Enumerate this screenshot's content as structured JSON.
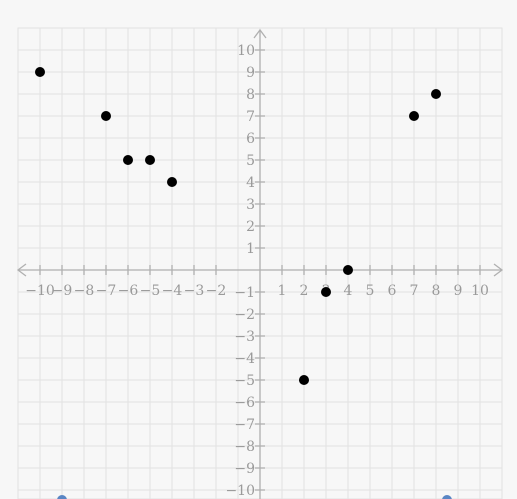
{
  "chart_data": {
    "type": "scatter",
    "title": "",
    "xlabel": "",
    "ylabel": "",
    "xlim": [
      -11,
      11
    ],
    "ylim": [
      -10,
      11
    ],
    "grid": true,
    "x_ticks": [
      -10,
      -9,
      -8,
      -7,
      -6,
      -5,
      -4,
      -3,
      -2,
      1,
      2,
      3,
      4,
      5,
      6,
      7,
      8,
      9,
      10
    ],
    "y_ticks": [
      10,
      9,
      8,
      7,
      6,
      5,
      4,
      3,
      2,
      1,
      -1,
      -2,
      -3,
      -4,
      -5,
      -6,
      -7,
      -8,
      -9,
      -10
    ],
    "points": [
      {
        "x": -10,
        "y": 9
      },
      {
        "x": -7,
        "y": 7
      },
      {
        "x": -6,
        "y": 5
      },
      {
        "x": -5,
        "y": 5
      },
      {
        "x": -4,
        "y": 4
      },
      {
        "x": 2,
        "y": -5
      },
      {
        "x": 3,
        "y": -1
      },
      {
        "x": 4,
        "y": 0
      },
      {
        "x": 7,
        "y": 7
      },
      {
        "x": 8,
        "y": 8
      }
    ],
    "colors": {
      "point": "#000000",
      "grid": "#e2e2e2",
      "axis": "#b0b0b0",
      "label": "#9a9a9a",
      "handle": "#5a86c4"
    }
  }
}
